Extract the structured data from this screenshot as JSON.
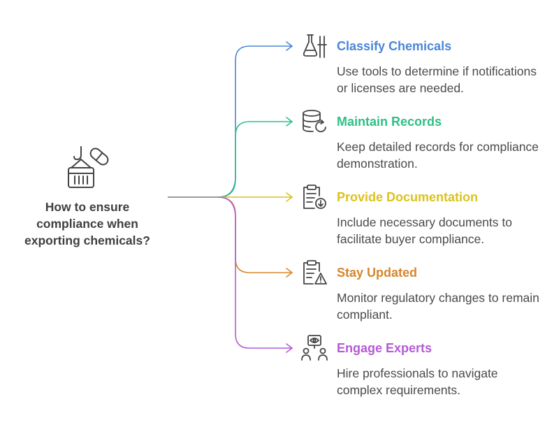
{
  "question": "How to ensure compliance when exporting chemicals?",
  "items": [
    {
      "title": "Classify Chemicals",
      "description": "Use tools to determine if notifications or licenses are needed.",
      "color": "#4a86d6",
      "icon": "chemistry-flask-icon"
    },
    {
      "title": "Maintain Records",
      "description": "Keep detailed records for compliance demonstration.",
      "color": "#2fbf86",
      "icon": "database-refresh-icon"
    },
    {
      "title": "Provide Documentation",
      "description": "Include necessary documents to facilitate buyer compliance.",
      "color": "#dcc21c",
      "icon": "clipboard-download-icon"
    },
    {
      "title": "Stay Updated",
      "description": "Monitor regulatory changes to remain compliant.",
      "color": "#d6862c",
      "icon": "clipboard-warning-icon"
    },
    {
      "title": "Engage Experts",
      "description": "Hire professionals to navigate complex requirements.",
      "color": "#b45ad6",
      "icon": "experts-eye-icon"
    }
  ],
  "central_icon": "crane-hook-capsule-icon"
}
